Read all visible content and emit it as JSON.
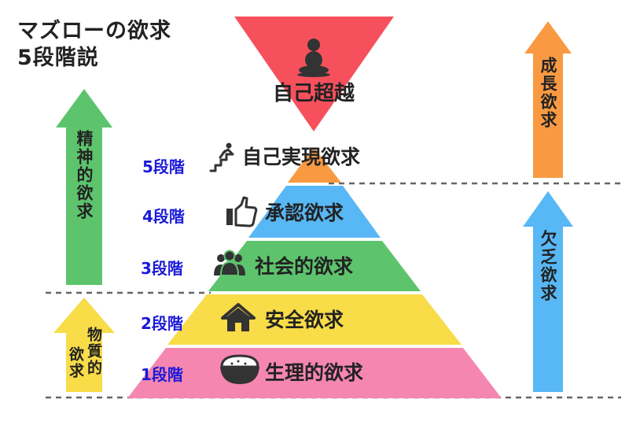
{
  "title": {
    "line1": "マズローの欲求",
    "line2": "5段階説"
  },
  "top_triangle": {
    "label": "自己超越",
    "color": "#f7505d",
    "icon": "buddha-icon"
  },
  "levels": [
    {
      "stage": "5段階",
      "label": "自己実現欲求",
      "icon": "running-stairs-icon",
      "color": "#f99a43"
    },
    {
      "stage": "4段階",
      "label": "承認欲求",
      "icon": "thumbs-up-icon",
      "color": "#58b7f5"
    },
    {
      "stage": "3段階",
      "label": "社会的欲求",
      "icon": "people-icon",
      "color": "#5dc46d"
    },
    {
      "stage": "2段階",
      "label": "安全欲求",
      "icon": "house-icon",
      "color": "#f8dc48"
    },
    {
      "stage": "1段階",
      "label": "生理的欲求",
      "icon": "rice-bowl-icon",
      "color": "#f586b0"
    }
  ],
  "left_arrows": {
    "upper": {
      "label": "精神的欲求",
      "color": "#5dc46d"
    },
    "lower": {
      "label_col1": "物質的",
      "label_col2": "欲求",
      "color": "#f8dc48"
    }
  },
  "right_arrows": {
    "upper": {
      "label": "成長欲求",
      "color": "#f99a43"
    },
    "lower": {
      "label": "欠乏欲求",
      "color": "#58b7f5"
    }
  },
  "stage_label_color": "#1a1ad8"
}
